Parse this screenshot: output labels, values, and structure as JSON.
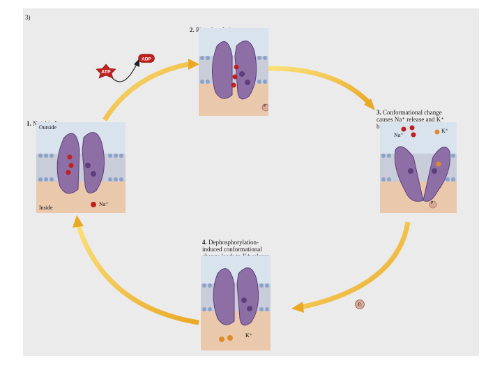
{
  "figure_label": "3)",
  "steps": [
    {
      "number": "1.",
      "title": "Na⁺ binding",
      "outside_label": "Outside",
      "inside_label": "Inside",
      "ion_label": "Na⁺"
    },
    {
      "number": "2.",
      "title": "Phosphorylation",
      "ion_label": "P"
    },
    {
      "number": "3.",
      "title": "Conformational change\ncauses Na⁺ release and K⁺\nbinding",
      "na_label": "Na⁺",
      "k_label": "K⁺",
      "ion_label": "P"
    },
    {
      "number": "4.",
      "title": "Dephosphorylation-\ninduced conformational\nchange leads to K⁺ release",
      "ion_label": "K⁺"
    }
  ],
  "atp_label": "ATP",
  "adp_label": "ADP",
  "pi_label": "Pᵢ",
  "colors": {
    "protein": "#8d6fa6",
    "protein_dark": "#5e3f7b",
    "membrane_head": "#8aa2c8",
    "outside_bg": "#d9e3ee",
    "inside_bg": "#e9c8ab",
    "sodium": "#c0201d",
    "potassium": "#e08a2a",
    "phosphate": "#d9a89a",
    "arrow": "#f2c23a",
    "page": "#ecebec"
  }
}
